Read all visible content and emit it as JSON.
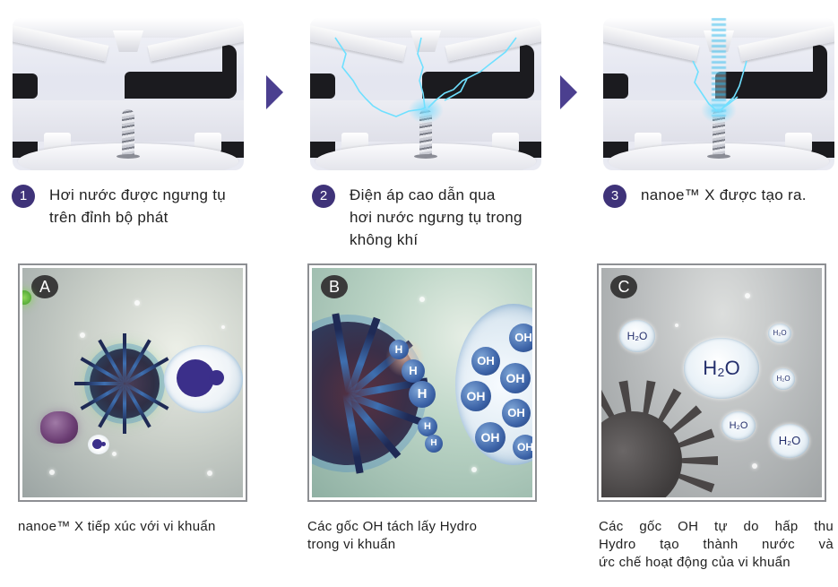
{
  "process_steps": [
    {
      "number": "1",
      "text_line1": "Hơi nước được ngưng tụ",
      "text_line2": "trên đỉnh bộ phát",
      "text_line3": ""
    },
    {
      "number": "2",
      "text_line1": "Điện áp cao dẫn qua",
      "text_line2": "hơi nước ngưng tụ trong",
      "text_line3": "không khí"
    },
    {
      "number": "3",
      "text_line1": "nanoe™ X được tạo ra.",
      "text_line2": "",
      "text_line3": ""
    }
  ],
  "stage_images": [
    {
      "label": "stage-condensation",
      "effect": "none"
    },
    {
      "label": "stage-high-voltage",
      "effect": "lightning"
    },
    {
      "label": "stage-nanoe-x-generated",
      "effect": "lightning-mist"
    }
  ],
  "arrows": [
    "play-arrow",
    "play-arrow"
  ],
  "panels": [
    {
      "letter": "A",
      "caption_line1": "nanoe™ X tiếp xúc với vi khuẩn",
      "caption_line2": "",
      "caption_line3": ""
    },
    {
      "letter": "B",
      "caption_line1": "Các gốc OH tách lấy Hydro",
      "caption_line2": "trong vi khuẩn",
      "caption_line3": "",
      "h_labels": [
        "H",
        "H",
        "H",
        "H",
        "H"
      ],
      "oh_labels": [
        "OH",
        "OH",
        "OH",
        "OH",
        "OH",
        "OH",
        "OH"
      ]
    },
    {
      "letter": "C",
      "caption_line1": "Các gốc OH tự do hấp thu",
      "caption_line2": "Hydro tạo thành nước và",
      "caption_line3": "ức chế hoạt động của vi khuẩn",
      "h2o_labels": [
        "H₂O",
        "H₂O",
        "H₂O",
        "H₂O",
        "H₂O",
        "H₂O"
      ]
    }
  ],
  "colors": {
    "accent_purple": "#3f3379",
    "arrow_purple": "#4b3f8f",
    "letter_badge": "#3a3a3a",
    "panel_border": "#8d8f93",
    "lightning": "#6fe0ff"
  }
}
